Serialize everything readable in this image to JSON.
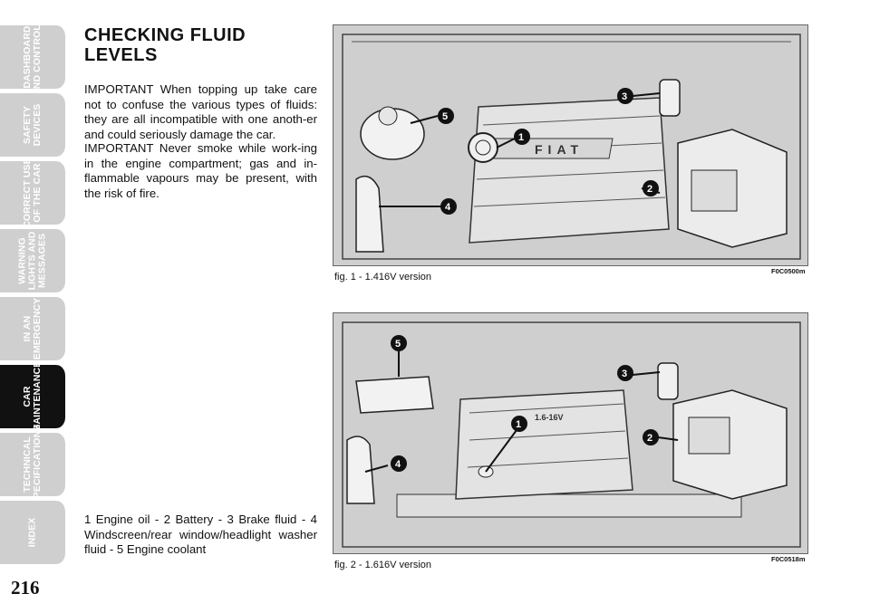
{
  "sidebar": {
    "tabs": [
      {
        "label": "DASHBOARD\nAND CONTROLS",
        "active": false
      },
      {
        "label": "SAFETY\nDEVICES",
        "active": false
      },
      {
        "label": "CORRECT USE\nOF THE CAR",
        "active": false
      },
      {
        "label": "WARNING\nLIGHTS AND\nMESSAGES",
        "active": false
      },
      {
        "label": "IN AN\nEMERGENCY",
        "active": false
      },
      {
        "label": "CAR\nMAINTENANCE",
        "active": true
      },
      {
        "label": "TECHNICAL\nSPECIFICATIONS",
        "active": false
      },
      {
        "label": "INDEX",
        "active": false
      }
    ]
  },
  "page_number": "216",
  "section": {
    "title": "CHECKING FLUID LEVELS",
    "paragraph_1": "IMPORTANT When topping up take care not to confuse the various types of fluids: they are all incompatible with one anoth-er and could seriously damage the car.",
    "paragraph_2": "IMPORTANT Never smoke while work-ing in the engine compartment; gas and in-flammable vapours may be present, with the risk of fire.",
    "legend": "1 Engine oil - 2 Battery - 3 Brake fluid - 4 Windscreen/rear window/headlight washer fluid - 5 Engine coolant"
  },
  "figures": [
    {
      "caption": "fig. 1 - 1.416V version",
      "code": "F0C0500m",
      "engine_badge": "FIAT",
      "callouts": [
        "1",
        "2",
        "3",
        "4",
        "5"
      ]
    },
    {
      "caption": "fig. 2 - 1.616V version",
      "code": "F0C0518m",
      "engine_badge": "1.6-16V",
      "callouts": [
        "1",
        "2",
        "3",
        "4",
        "5"
      ]
    }
  ],
  "colors": {
    "tab_inactive": "#cfcfcf",
    "tab_active": "#111111",
    "figure_bg": "#cfcfcf"
  }
}
